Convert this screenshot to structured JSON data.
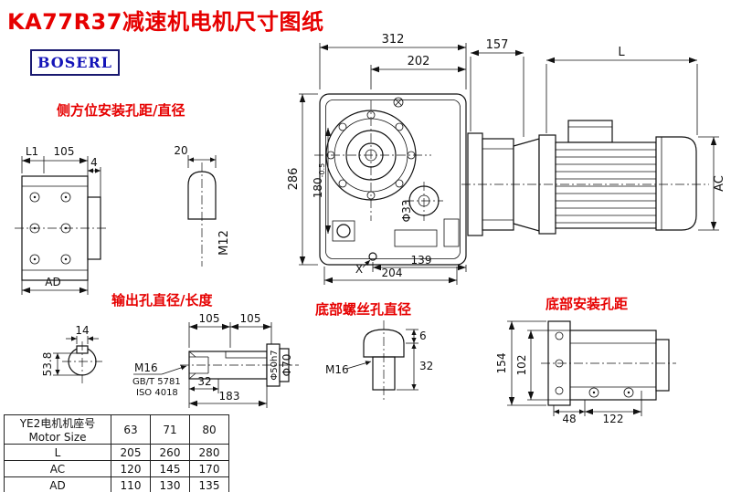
{
  "title": "KA77R37减速机电机尺寸图纸",
  "logo": "BOSERL",
  "annotations": {
    "side_mount": "侧方位安装孔距/直径",
    "output_hole": "输出孔直径/长度",
    "bottom_screw": "底部螺丝孔直径",
    "bottom_mount": "底部安装孔距"
  },
  "front_view": {
    "overall_width": "312",
    "upper_width": "202",
    "overall_height": "286",
    "inner_height": "180",
    "inner_height_tol": "-0.5",
    "hole_dia": "Φ33",
    "x_mark": "X",
    "x_offset": "139",
    "base_width": "204"
  },
  "motor_view": {
    "flange_len": "157",
    "motor_len": "L",
    "motor_height": "AC"
  },
  "left_view": {
    "l1": "L1",
    "bolt_span": "105",
    "step": "4",
    "width": "AD"
  },
  "side_plug": {
    "width": "20",
    "thread": "M12"
  },
  "shaft_section": {
    "key_width": "14",
    "key_depth": "53.8"
  },
  "output_shaft": {
    "len_a": "105",
    "len_b": "105",
    "thread": "M16",
    "standard_gb": "GB/T 5781",
    "standard_iso": "ISO 4018",
    "len_32": "32",
    "len_183": "183",
    "dia_shaft": "Φ50h7",
    "dia_hub": "Φ70"
  },
  "bottom_screw": {
    "head_height": "6",
    "length": "32",
    "thread": "M16"
  },
  "bottom_view": {
    "height_outer": "154",
    "height_inner": "102",
    "span_a": "48",
    "span_b": "122"
  },
  "table": {
    "header_cn": "YE2电机机座号",
    "header_en": "Motor Size",
    "sizes": [
      "63",
      "71",
      "80"
    ],
    "rows": [
      {
        "label": "L",
        "values": [
          "205",
          "260",
          "280"
        ]
      },
      {
        "label": "AC",
        "values": [
          "120",
          "145",
          "170"
        ]
      },
      {
        "label": "AD",
        "values": [
          "110",
          "130",
          "135"
        ]
      }
    ]
  }
}
